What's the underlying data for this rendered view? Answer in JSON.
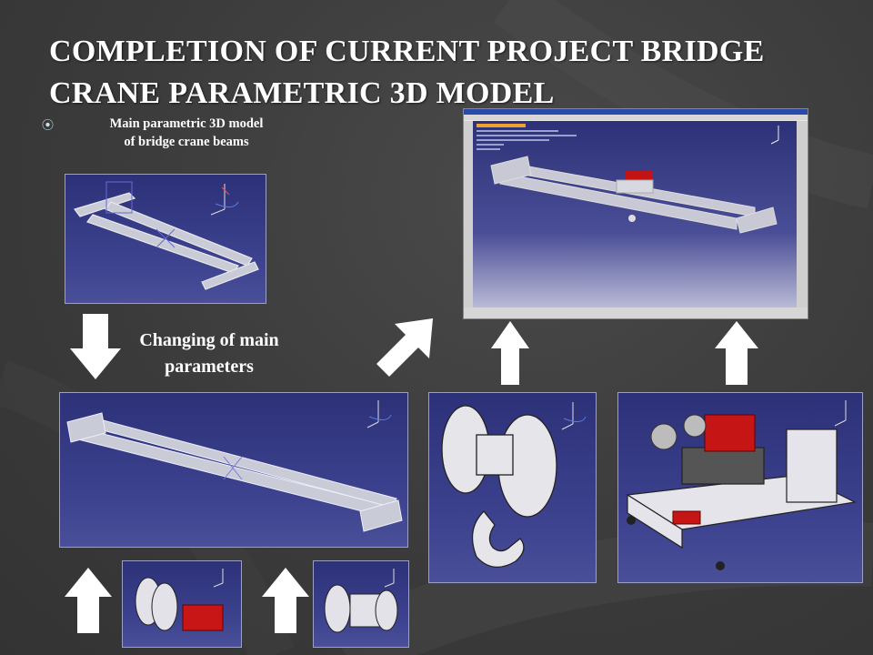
{
  "slide": {
    "title": "COMPLETION OF CURRENT PROJECT BRIDGE CRANE PARAMETRIC 3D MODEL",
    "bullet_symbol": "⦿",
    "subtitle_line1": "Main parametric 3D model",
    "subtitle_line2": "of bridge crane beams",
    "changing_line1": "Changing of main",
    "changing_line2": "parameters"
  },
  "colors": {
    "background": "#3a3a3a",
    "panel_blue": "#343a80",
    "accent_red": "#cc1a1a",
    "arrow": "#ffffff"
  }
}
